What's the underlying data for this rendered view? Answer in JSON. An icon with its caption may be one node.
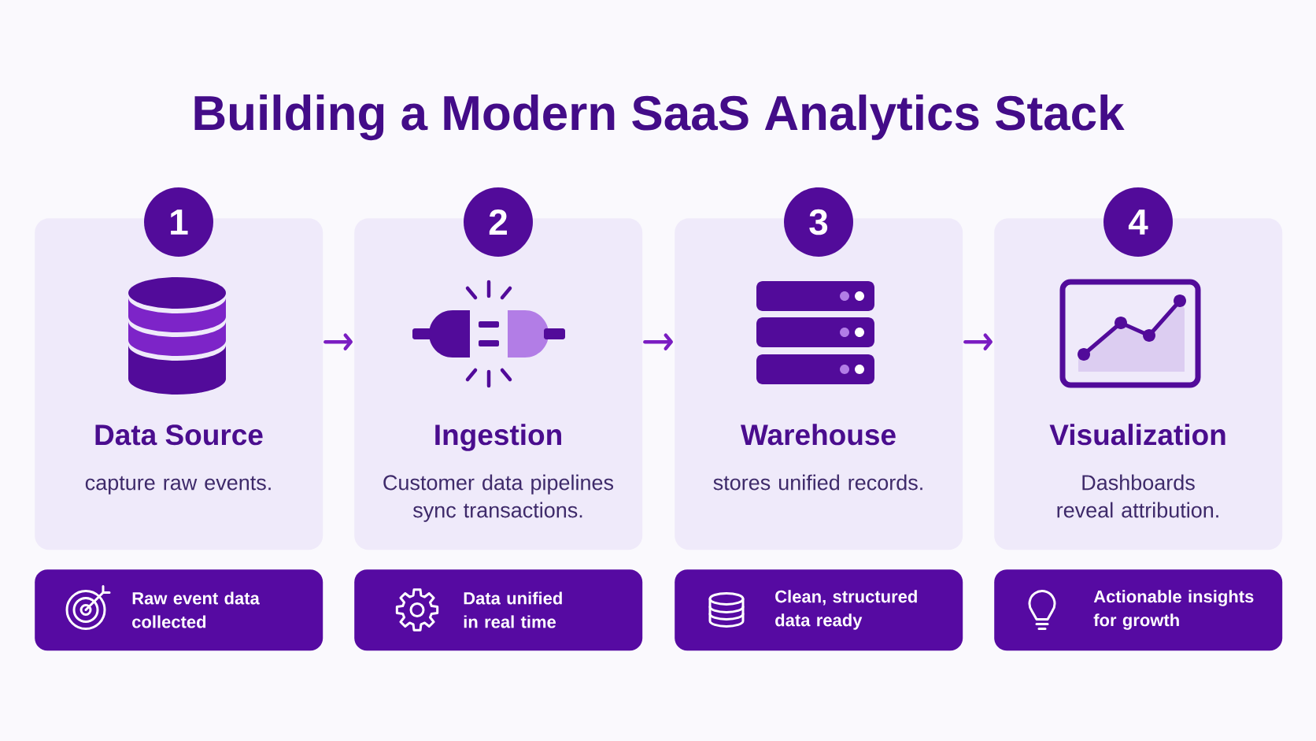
{
  "diagram": {
    "title": "Building a Modern SaaS Analytics Stack",
    "nodes": [
      {
        "text": [
          "1"
        ]
      },
      {
        "text": [
          "Data Source",
          "capture raw events."
        ]
      },
      {
        "text": [
          "Raw event data collected"
        ]
      },
      {
        "text": [
          "2"
        ]
      },
      {
        "text": [
          "Ingestion",
          "Customer data pipelines sync transactions."
        ]
      },
      {
        "text": [
          "Data unified in real time"
        ]
      },
      {
        "text": [
          "3"
        ]
      },
      {
        "text": [
          "Warehouse",
          "stores unified records."
        ]
      },
      {
        "text": [
          "Clean, structured data ready"
        ]
      },
      {
        "text": [
          "4"
        ]
      },
      {
        "text": [
          "Visualization",
          "Dashboards reveal attribution."
        ]
      },
      {
        "text": [
          "Actionable insights for growth"
        ]
      }
    ],
    "edges": [
      {
        "from": 1,
        "to": 4,
        "arrow": "to"
      },
      {
        "from": 4,
        "to": 7,
        "arrow": "to"
      },
      {
        "from": 7,
        "to": 10,
        "arrow": "to"
      }
    ]
  }
}
